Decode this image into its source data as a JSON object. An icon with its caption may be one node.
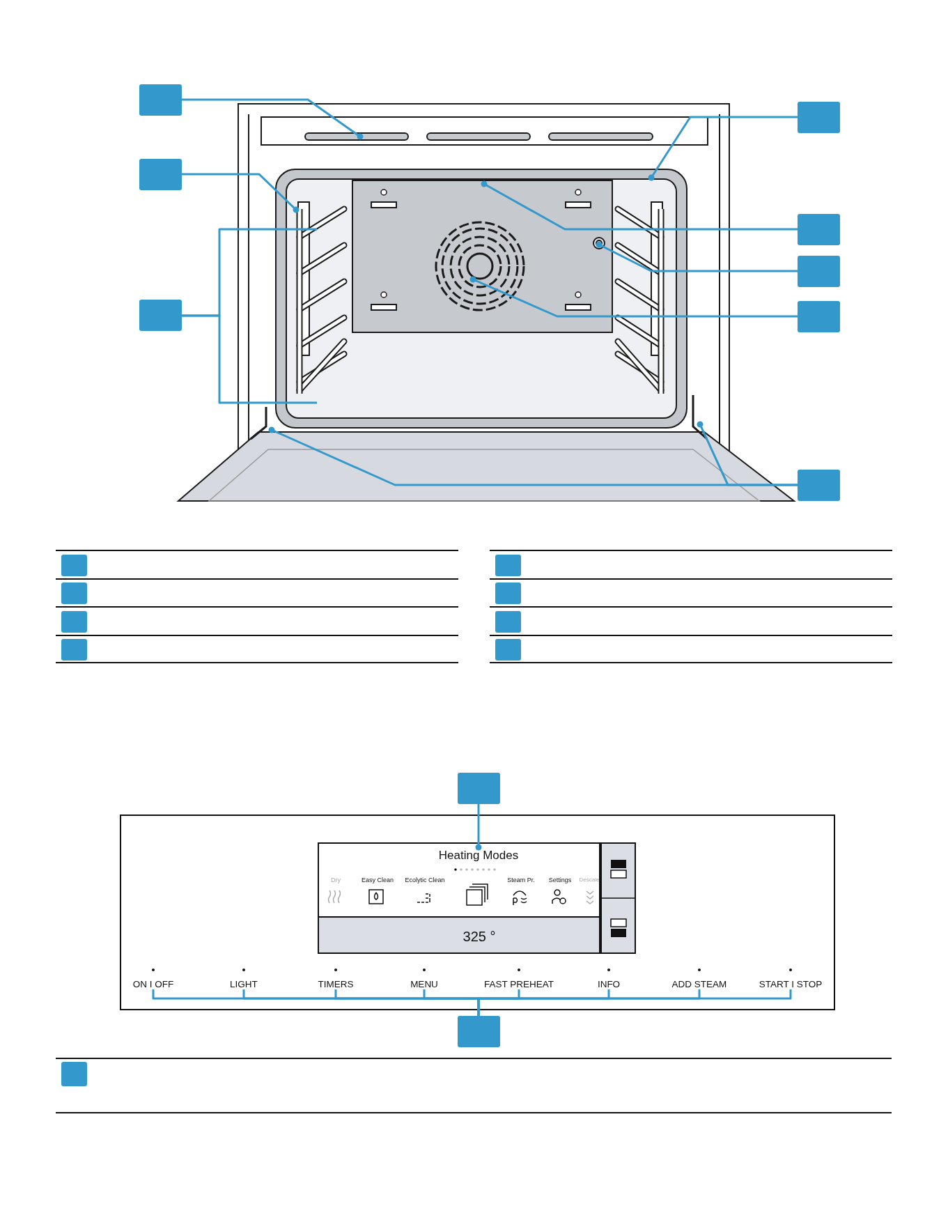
{
  "diagram": {
    "nodes": [
      {
        "text": [],
        "shape": "box"
      },
      {
        "text": [],
        "shape": "box"
      },
      {
        "text": [],
        "shape": "box"
      },
      {
        "text": [],
        "shape": "box"
      },
      {
        "text": [],
        "shape": "box"
      },
      {
        "text": [],
        "shape": "box"
      },
      {
        "text": [],
        "shape": "box"
      },
      {
        "text": [],
        "shape": "box"
      },
      {
        "text": [],
        "shape": "box"
      },
      {
        "text": [],
        "shape": "box"
      },
      {
        "text": [],
        "shape": "box",
        "in": 9
      },
      {
        "text": [
          "Heating Modes"
        ],
        "in": 10
      },
      {
        "text": [
          "ON I OFF"
        ],
        "in": 9
      },
      {
        "text": [
          "LIGHT"
        ],
        "in": 9
      },
      {
        "text": [
          "TIMERS"
        ],
        "in": 9
      },
      {
        "text": [
          "MENU"
        ],
        "in": 9
      },
      {
        "text": [
          "FAST PREHEAT"
        ],
        "in": 9
      },
      {
        "text": [
          "INFO"
        ],
        "in": 9
      },
      {
        "text": [
          "ADD STEAM"
        ],
        "in": 9
      },
      {
        "text": [
          "START I STOP"
        ],
        "in": 9
      },
      {
        "text": [],
        "shape": "box"
      },
      {
        "text": [],
        "shape": "box"
      },
      {
        "text": [],
        "shape": "box"
      },
      {
        "text": [],
        "shape": "box"
      },
      {
        "text": [],
        "shape": "box"
      },
      {
        "text": [],
        "shape": "box"
      },
      {
        "text": [],
        "shape": "box"
      },
      {
        "text": [],
        "shape": "box"
      },
      {
        "text": [],
        "shape": "box"
      },
      {
        "text": [],
        "shape": "box"
      }
    ],
    "edges": [
      {
        "from": 0,
        "to": null,
        "arrow": "other"
      },
      {
        "from": 1,
        "to": null,
        "arrow": "other"
      },
      {
        "from": 2,
        "to": null,
        "arrow": "none"
      },
      {
        "from": 2,
        "to": null,
        "arrow": "none"
      },
      {
        "from": 3,
        "to": null,
        "arrow": "other"
      },
      {
        "from": 4,
        "to": null,
        "arrow": "other"
      },
      {
        "from": 5,
        "to": null,
        "arrow": "other"
      },
      {
        "from": 6,
        "to": null,
        "arrow": "other"
      },
      {
        "from": 7,
        "to": null,
        "arrow": "other"
      },
      {
        "from": 7,
        "to": null,
        "arrow": "other"
      },
      {
        "from": 8,
        "to": 11,
        "arrow": "other"
      },
      {
        "from": 20,
        "to": 12,
        "arrow": "none"
      },
      {
        "from": 20,
        "to": 13,
        "arrow": "none"
      },
      {
        "from": 20,
        "to": 14,
        "arrow": "none"
      },
      {
        "from": 20,
        "to": 15,
        "arrow": "none"
      },
      {
        "from": 20,
        "to": 16,
        "arrow": "none"
      },
      {
        "from": 20,
        "to": 17,
        "arrow": "none"
      },
      {
        "from": 20,
        "to": 18,
        "arrow": "none"
      },
      {
        "from": 20,
        "to": 19,
        "arrow": "none"
      }
    ],
    "labels": [
      "Dry",
      "Easy Clean",
      "Ecolytic Clean",
      "Steam Pr.",
      "Settings",
      "Descale",
      "325 °"
    ]
  }
}
